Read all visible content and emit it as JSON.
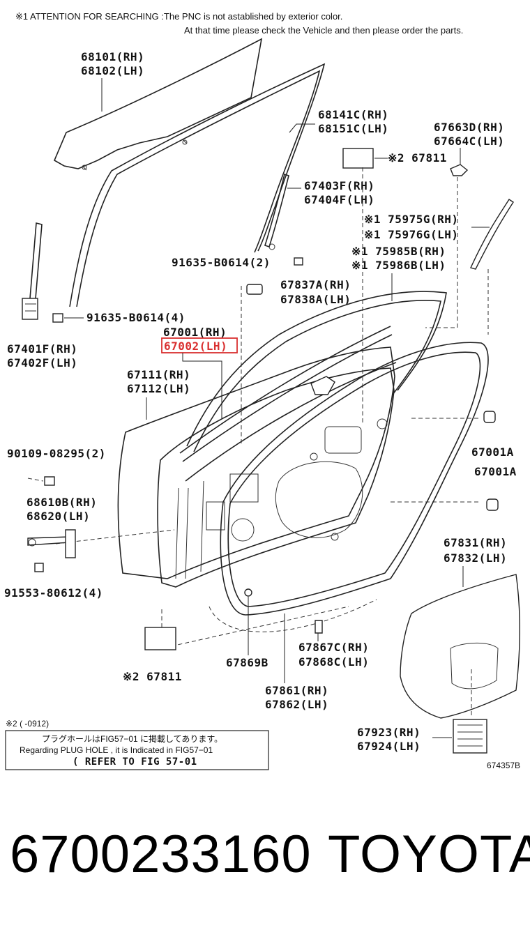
{
  "header_note": {
    "line1": "※1 ATTENTION FOR SEARCHING :The PNC is not astablished by exterior color.",
    "line2": "At that time please check the Vehicle and then please order the parts."
  },
  "labels": {
    "glass": [
      "68101(RH)",
      "68102(LH)"
    ],
    "run_channel": [
      "68141C(RH)",
      "68151C(LH)"
    ],
    "cover": [
      "67663D(RH)",
      "67664C(LH)"
    ],
    "plug_top": "※2 67811",
    "sash": [
      "67403F(RH)",
      "67404F(LH)"
    ],
    "garnish": [
      "※1 75975G(RH)",
      "※1 75976G(LH)"
    ],
    "moulding": [
      "※1 75985B(RH)",
      "※1 75986B(LH)"
    ],
    "bolt_upper": "91635-B0614(2)",
    "hole_cover": [
      "67837A(RH)",
      "67838A(LH)"
    ],
    "bolt_regulator": "91635-B0614(4)",
    "door_panel_rh": "67001(RH)",
    "door_panel_lh": "67002(LH)",
    "regulator": [
      "67401F(RH)",
      "67402F(LH)"
    ],
    "outer_panel": [
      "67111(RH)",
      "67112(LH)"
    ],
    "screw": "90109-08295(2)",
    "cushion_upper": "67001A",
    "cushion_lower": "67001A",
    "check": [
      "68610B(RH)",
      "68620(LH)"
    ],
    "bolt_check": "91553-80612(4)",
    "service_hole_cover": [
      "67831(RH)",
      "67832(LH)"
    ],
    "clip_b": "67869B",
    "weatherstrip_clip": [
      "67867C(RH)",
      "67868C(LH)"
    ],
    "plug_bottom": "※2 67811",
    "weatherstrip": [
      "67861(RH)",
      "67862(LH)"
    ],
    "lower_seal": [
      "67923(RH)",
      "67924(LH)"
    ]
  },
  "footnote": {
    "ref": "※2 (      -0912)",
    "box_line1": "プラグホールはFIG57−01 に掲載してあります。",
    "box_line2": "Regarding PLUG HOLE , it is Indicated in FIG57−01",
    "box_line3": "( REFER TO FIG 57-01",
    "figure_code": "674357B"
  },
  "highlight_color": "#d93030",
  "part_number": "6700233160",
  "brand": "TOYOTA"
}
